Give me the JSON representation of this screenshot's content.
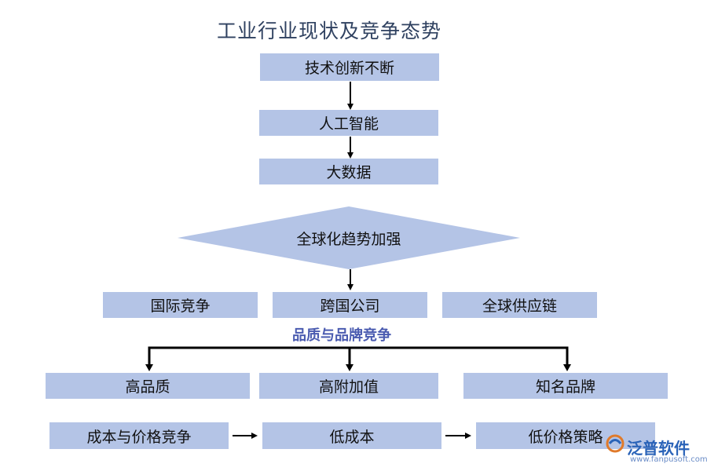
{
  "title": "工业行业现状及竞争态势",
  "nodes": {
    "tech_innovation": "技术创新不断",
    "ai": "人工智能",
    "big_data": "大数据",
    "globalization": "全球化趋势加强",
    "intl_competition": "国际竞争",
    "multinational": "跨国公司",
    "global_supply_chain": "全球供应链",
    "quality_brand_label": "品质与品牌竞争",
    "high_quality": "高品质",
    "high_value": "高附加值",
    "famous_brand": "知名品牌",
    "cost_price_competition": "成本与价格竞争",
    "low_cost": "低成本",
    "low_price_strategy": "低价格策略"
  },
  "watermark": {
    "brand": "泛普软件",
    "url": "www.fanpusoft.com"
  },
  "colors": {
    "box_fill": "#b4c4e6",
    "title": "#2f4160",
    "label_blue": "#4a5bb0",
    "arrow": "#000000"
  }
}
